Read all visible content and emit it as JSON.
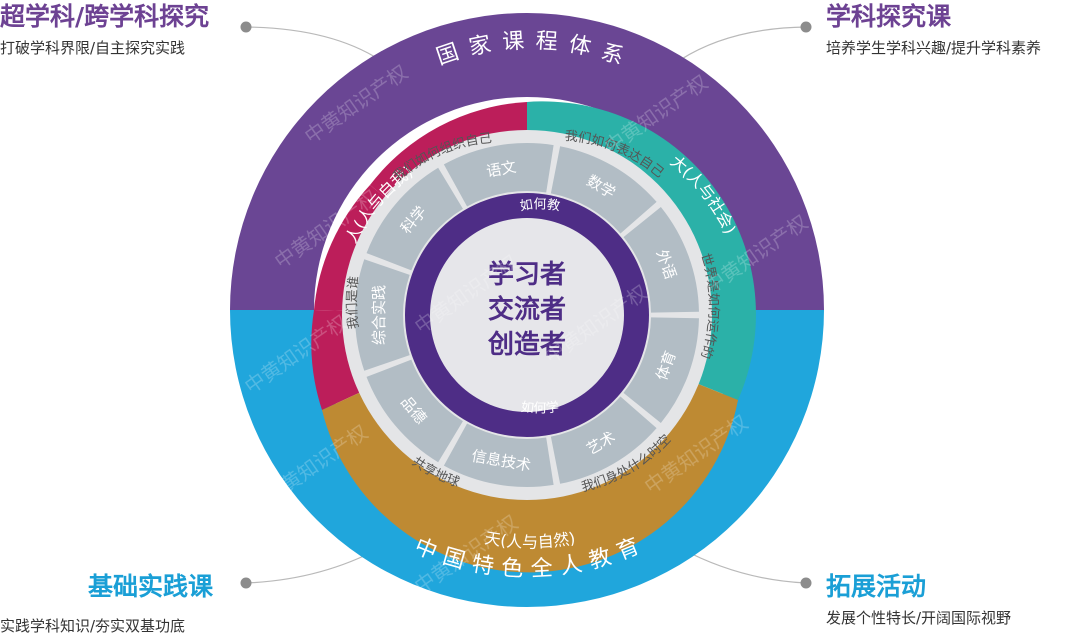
{
  "callouts": {
    "top_left": {
      "title": "超学科/跨学科探究",
      "subtitle": "打破学科界限/自主探究实践"
    },
    "top_right": {
      "title": "学科探究课",
      "subtitle": "培养学生学科兴趣/提升学科素养"
    },
    "bottom_left": {
      "title": "基础实践课",
      "subtitle": "实践学科知识/夯实双基功底"
    },
    "bottom_right": {
      "title": "拓展活动",
      "subtitle": "发展个性特长/开阔国际视野"
    }
  },
  "outer_ring": {
    "top": "国家课程体系",
    "bottom": "中国特色全人教育"
  },
  "domains": {
    "person": "人(人与自我)",
    "society": "大(人与社会)",
    "nature": "天(人与自然)"
  },
  "themes": {
    "organize": "我们如何组织自己",
    "express": "我们如何表达自己",
    "world": "世界是如何运作的",
    "time": "我们身处什么时空",
    "planet": "共享地球",
    "who": "我们是谁"
  },
  "subjects": [
    "语文",
    "数学",
    "外语",
    "体育",
    "艺术",
    "信息技术",
    "品德",
    "综合实践",
    "科学"
  ],
  "inner_ring": {
    "top": "如何教",
    "bottom": "如何学"
  },
  "center": [
    "学习者",
    "交流者",
    "创造者"
  ],
  "watermark": "中黄知识产权",
  "colors": {
    "purple": "#6a4694",
    "crimson": "#bc1e5a",
    "teal": "#2bb1a8",
    "blue": "#20a6dc",
    "gold": "#be8a33",
    "light_gray": "#e4e5e7",
    "segment_gray": "#b2bdc5",
    "dark_purple": "#4e2d86",
    "connector_dot": "#888888"
  }
}
